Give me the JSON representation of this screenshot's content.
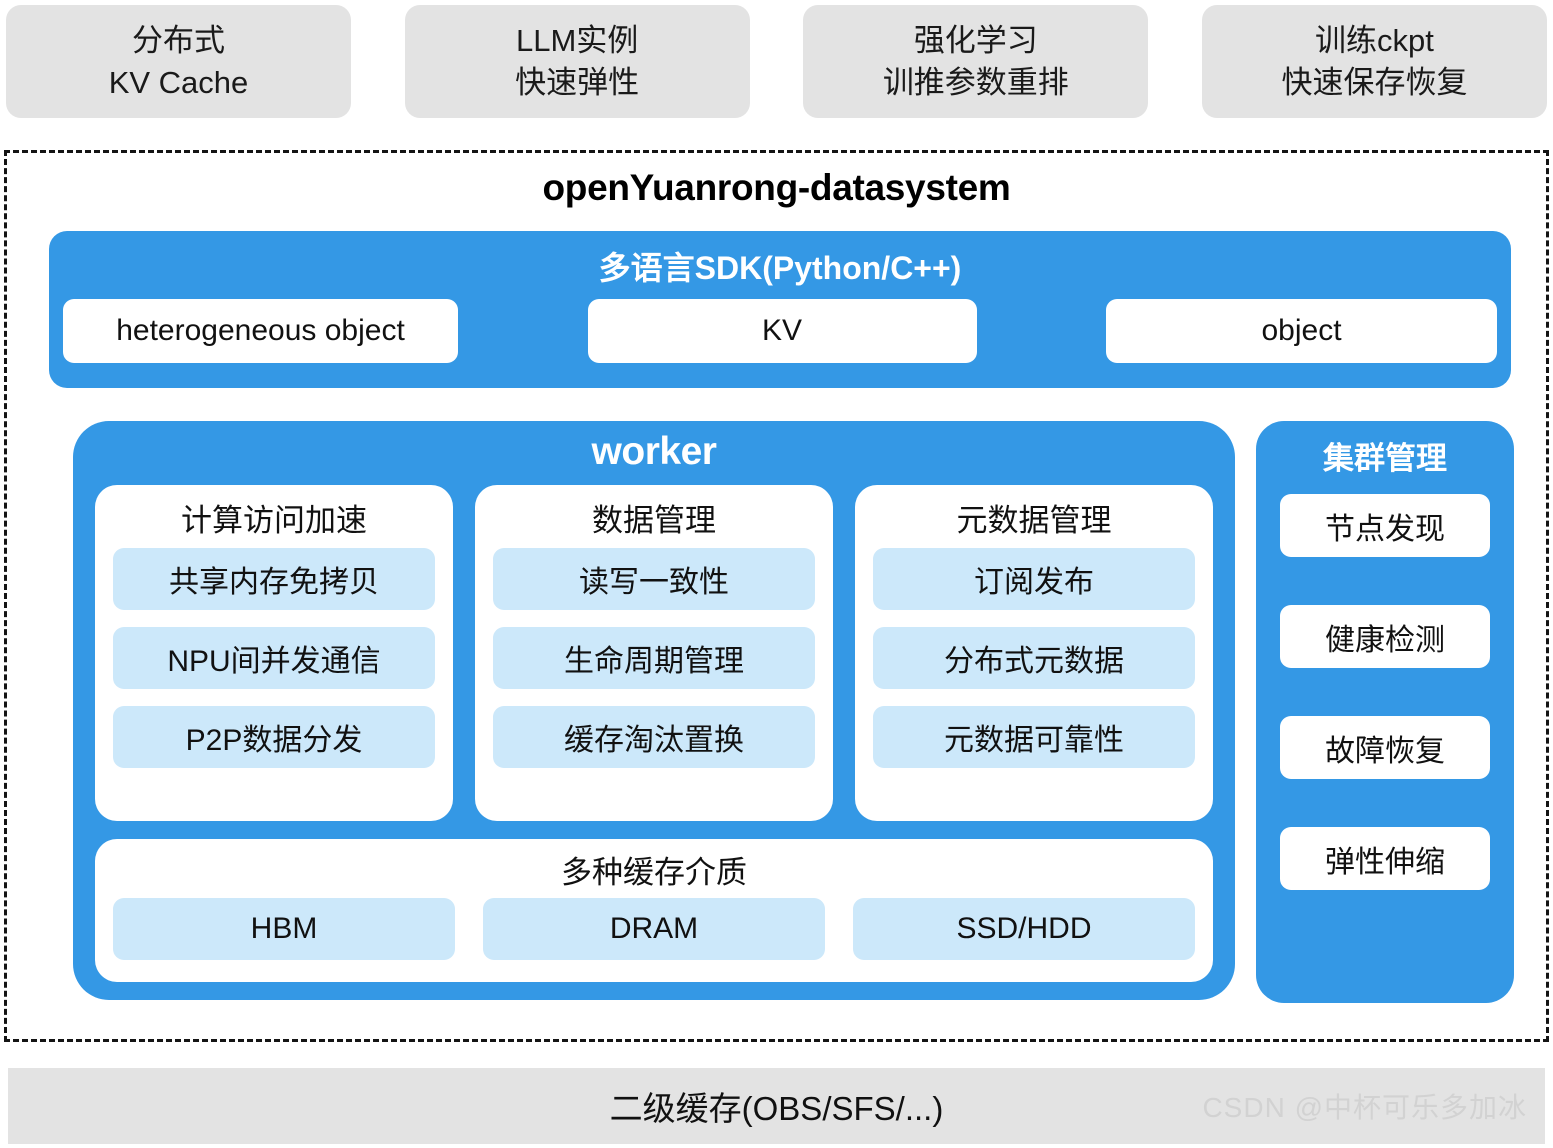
{
  "scenarios": [
    {
      "line1": "分布式",
      "line2": "KV Cache"
    },
    {
      "line1": "LLM实例",
      "line2": "快速弹性"
    },
    {
      "line1": "强化学习",
      "line2": "训推参数重排"
    },
    {
      "line1": "训练ckpt",
      "line2": "快速保存恢复"
    }
  ],
  "system": {
    "title": "openYuanrong-datasystem",
    "sdk": {
      "title": "多语言SDK(Python/C++)",
      "items": [
        "heterogeneous object",
        "KV",
        "object"
      ]
    },
    "worker": {
      "title": "worker",
      "columns": [
        {
          "title": "计算访问加速",
          "items": [
            "共享内存免拷贝",
            "NPU间并发通信",
            "P2P数据分发"
          ]
        },
        {
          "title": "数据管理",
          "items": [
            "读写一致性",
            "生命周期管理",
            "缓存淘汰置换"
          ]
        },
        {
          "title": "元数据管理",
          "items": [
            "订阅发布",
            "分布式元数据",
            "元数据可靠性"
          ]
        }
      ],
      "cache": {
        "title": "多种缓存介质",
        "items": [
          "HBM",
          "DRAM",
          "SSD/HDD"
        ]
      }
    },
    "cluster": {
      "title": "集群管理",
      "items": [
        "节点发现",
        "健康检测",
        "故障恢复",
        "弹性伸缩"
      ]
    }
  },
  "bottom": {
    "label": "二级缓存(OBS/SFS/...)",
    "watermark": "CSDN @中杯可乐多加冰"
  },
  "colors": {
    "blue": "#3498e5",
    "light_blue": "#cce8fa",
    "gray": "#e3e3e3",
    "text": "#111111",
    "watermark": "#d2d2d2"
  }
}
